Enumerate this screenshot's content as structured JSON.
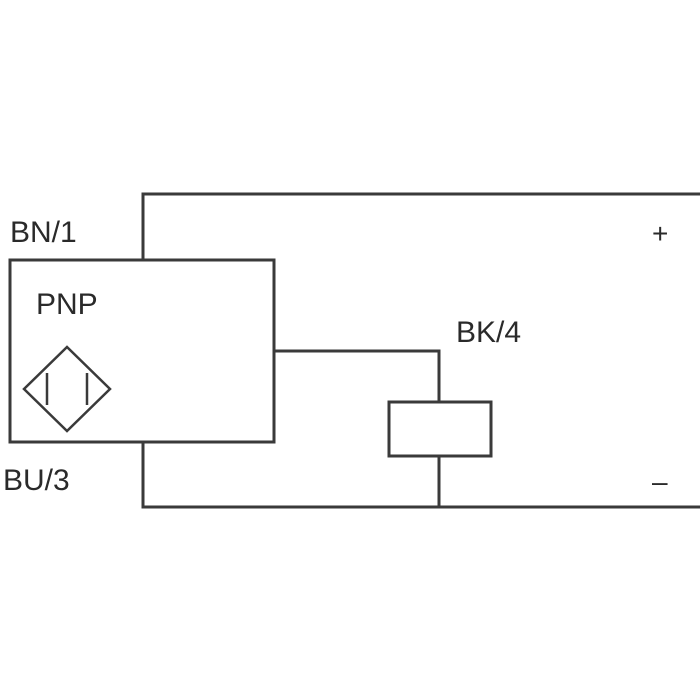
{
  "labels": {
    "brown_wire": "BN/1",
    "sensor_type": "PNP",
    "black_wire": "BK/4",
    "blue_wire": "BU/3",
    "positive": "+",
    "negative": "–"
  },
  "colors": {
    "line": "#3a3a3a",
    "text": "#2a2a2a",
    "background": "#ffffff"
  }
}
